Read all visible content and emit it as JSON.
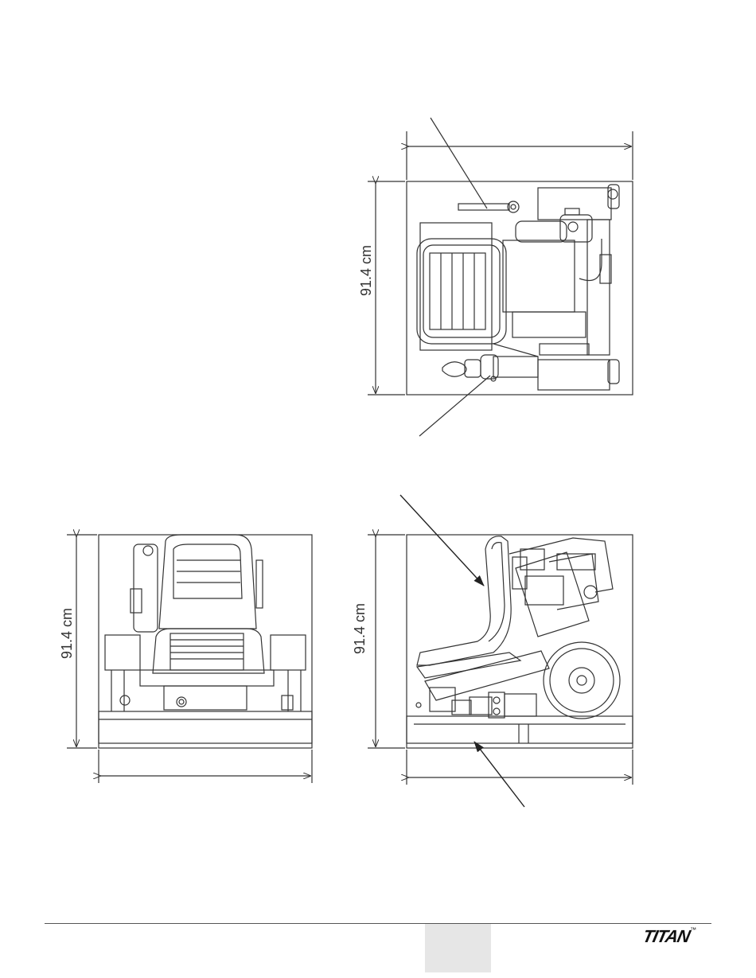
{
  "dimensions": {
    "top_view_height": "91.4 cm",
    "front_view_height": "91.4 cm",
    "side_view_height": "91.4 cm"
  },
  "footer": {
    "brand": "TITAN",
    "trademark": "™"
  }
}
